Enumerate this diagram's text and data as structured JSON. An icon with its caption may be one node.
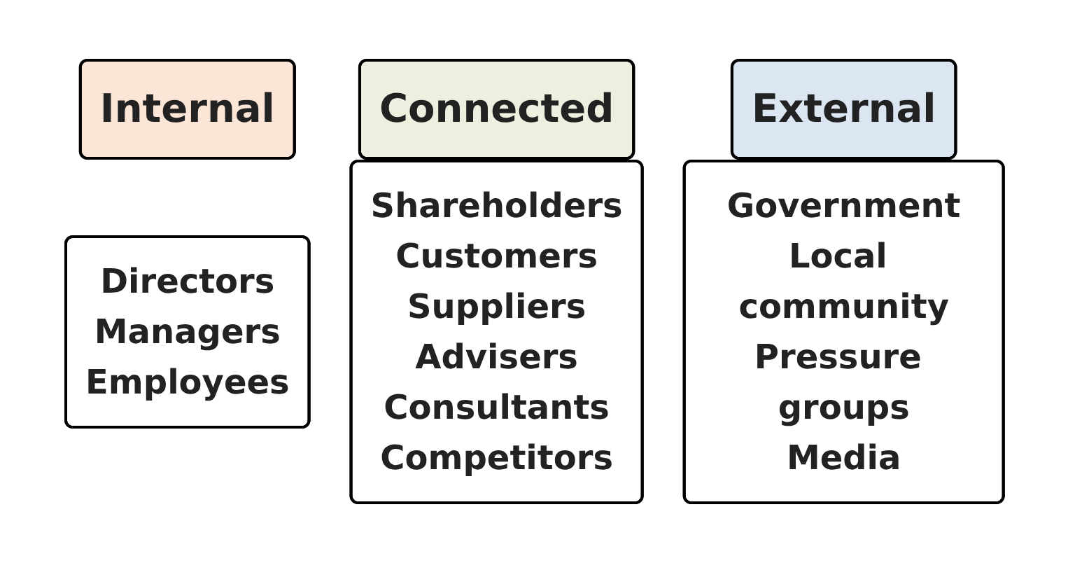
{
  "diagram": {
    "nodes": [
      {
        "text": [
          "Internal"
        ]
      },
      {
        "text": [
          "Directors",
          "Managers",
          "Employees"
        ]
      },
      {
        "text": [
          "Connected"
        ]
      },
      {
        "text": [
          "Shareholders",
          "Customers",
          "Suppliers",
          "Advisers",
          "Consultants",
          "Competitors"
        ]
      },
      {
        "text": [
          "External"
        ]
      },
      {
        "text": [
          "Government",
          "Local community",
          "Pressure groups",
          "Media"
        ]
      }
    ],
    "edges": []
  }
}
